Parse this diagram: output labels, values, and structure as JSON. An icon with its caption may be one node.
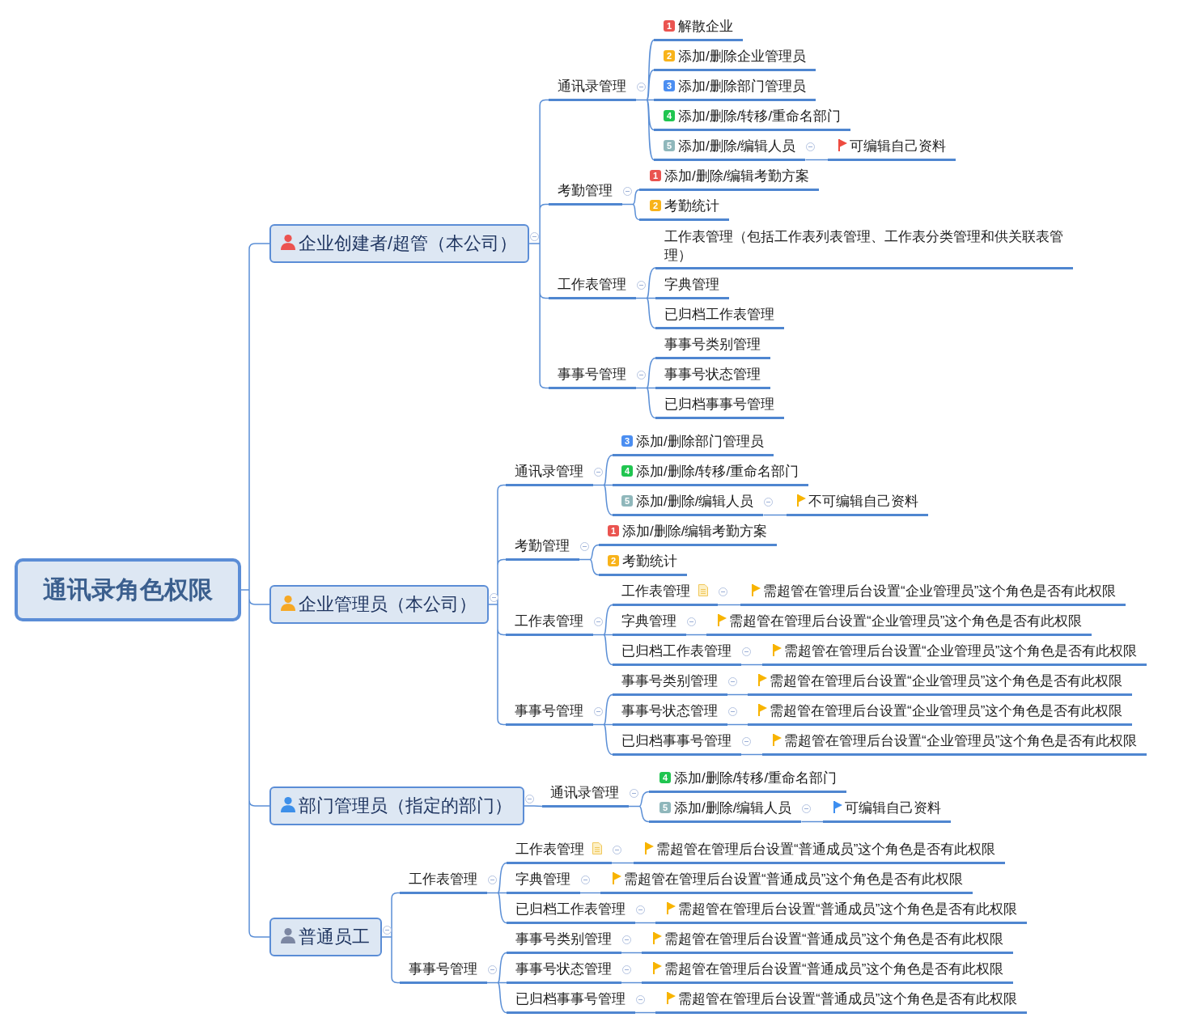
{
  "diagram": {
    "nodes": [
      {
        "text": [
          "通讯录角色权限"
        ]
      },
      {
        "text": [
          "企业创建者/超管（本公司）"
        ]
      },
      {
        "text": [
          "通讯录管理"
        ]
      },
      {
        "text": [
          "1",
          "解散企业"
        ]
      },
      {
        "text": [
          "2",
          "添加/删除企业管理员"
        ]
      },
      {
        "text": [
          "3",
          "添加/删除部门管理员"
        ]
      },
      {
        "text": [
          "4",
          "添加/删除/转移/重命名部门"
        ]
      },
      {
        "text": [
          "5",
          "添加/删除/编辑人员"
        ]
      },
      {
        "text": [
          "可编辑自己资料"
        ]
      },
      {
        "text": [
          "考勤管理"
        ]
      },
      {
        "text": [
          "1",
          "添加/删除/编辑考勤方案"
        ]
      },
      {
        "text": [
          "2",
          "考勤统计"
        ]
      },
      {
        "text": [
          "工作表管理"
        ]
      },
      {
        "text": [
          "工作表管理（包括工作表列表管理、工作表分类管理和供关联表管理）"
        ]
      },
      {
        "text": [
          "字典管理"
        ]
      },
      {
        "text": [
          "已归档工作表管理"
        ]
      },
      {
        "text": [
          "事事号管理"
        ]
      },
      {
        "text": [
          "事事号类别管理"
        ]
      },
      {
        "text": [
          "事事号状态管理"
        ]
      },
      {
        "text": [
          "已归档事事号管理"
        ]
      },
      {
        "text": [
          "企业管理员（本公司）"
        ]
      },
      {
        "text": [
          "通讯录管理"
        ]
      },
      {
        "text": [
          "3",
          "添加/删除部门管理员"
        ]
      },
      {
        "text": [
          "4",
          "添加/删除/转移/重命名部门"
        ]
      },
      {
        "text": [
          "5",
          "添加/删除/编辑人员"
        ]
      },
      {
        "text": [
          "不可编辑自己资料"
        ]
      },
      {
        "text": [
          "考勤管理"
        ]
      },
      {
        "text": [
          "1",
          "添加/删除/编辑考勤方案"
        ]
      },
      {
        "text": [
          "2",
          "考勤统计"
        ]
      },
      {
        "text": [
          "工作表管理"
        ]
      },
      {
        "text": [
          "工作表管理"
        ]
      },
      {
        "text": [
          "需超管在管理后台设置“企业管理员”这个角色是否有此权限"
        ]
      },
      {
        "text": [
          "字典管理"
        ]
      },
      {
        "text": [
          "需超管在管理后台设置“企业管理员”这个角色是否有此权限"
        ]
      },
      {
        "text": [
          "已归档工作表管理"
        ]
      },
      {
        "text": [
          "需超管在管理后台设置“企业管理员”这个角色是否有此权限"
        ]
      },
      {
        "text": [
          "事事号管理"
        ]
      },
      {
        "text": [
          "事事号类别管理"
        ]
      },
      {
        "text": [
          "需超管在管理后台设置“企业管理员”这个角色是否有此权限"
        ]
      },
      {
        "text": [
          "事事号状态管理"
        ]
      },
      {
        "text": [
          "需超管在管理后台设置“企业管理员”这个角色是否有此权限"
        ]
      },
      {
        "text": [
          "已归档事事号管理"
        ]
      },
      {
        "text": [
          "需超管在管理后台设置“企业管理员”这个角色是否有此权限"
        ]
      },
      {
        "text": [
          "部门管理员（指定的部门）"
        ]
      },
      {
        "text": [
          "通讯录管理"
        ]
      },
      {
        "text": [
          "4",
          "添加/删除/转移/重命名部门"
        ]
      },
      {
        "text": [
          "5",
          "添加/删除/编辑人员"
        ]
      },
      {
        "text": [
          "可编辑自己资料"
        ]
      },
      {
        "text": [
          "普通员工"
        ]
      },
      {
        "text": [
          "工作表管理"
        ]
      },
      {
        "text": [
          "工作表管理"
        ]
      },
      {
        "text": [
          "需超管在管理后台设置“普通成员”这个角色是否有此权限"
        ]
      },
      {
        "text": [
          "字典管理"
        ]
      },
      {
        "text": [
          "需超管在管理后台设置“普通成员”这个角色是否有此权限"
        ]
      },
      {
        "text": [
          "已归档工作表管理"
        ]
      },
      {
        "text": [
          "需超管在管理后台设置“普通成员”这个角色是否有此权限"
        ]
      },
      {
        "text": [
          "事事号管理"
        ]
      },
      {
        "text": [
          "事事号类别管理"
        ]
      },
      {
        "text": [
          "需超管在管理后台设置“普通成员”这个角色是否有此权限"
        ]
      },
      {
        "text": [
          "事事号状态管理"
        ]
      },
      {
        "text": [
          "需超管在管理后台设置“普通成员”这个角色是否有此权限"
        ]
      },
      {
        "text": [
          "已归档事事号管理"
        ]
      },
      {
        "text": [
          "需超管在管理后台设置“普通成员”这个角色是否有此权限"
        ]
      }
    ],
    "edges": [
      {
        "from": 0,
        "to": 1,
        "arrow": "none"
      },
      {
        "from": 0,
        "to": 20,
        "arrow": "none"
      },
      {
        "from": 0,
        "to": 43,
        "arrow": "none"
      },
      {
        "from": 0,
        "to": 48,
        "arrow": "none"
      },
      {
        "from": 1,
        "to": 2,
        "arrow": "none"
      },
      {
        "from": 1,
        "to": 9,
        "arrow": "none"
      },
      {
        "from": 1,
        "to": 12,
        "arrow": "none"
      },
      {
        "from": 1,
        "to": 16,
        "arrow": "none"
      },
      {
        "from": 2,
        "to": 3,
        "arrow": "none"
      },
      {
        "from": 2,
        "to": 4,
        "arrow": "none"
      },
      {
        "from": 2,
        "to": 5,
        "arrow": "none"
      },
      {
        "from": 2,
        "to": 6,
        "arrow": "none"
      },
      {
        "from": 2,
        "to": 7,
        "arrow": "none"
      },
      {
        "from": 7,
        "to": 8,
        "arrow": "none"
      },
      {
        "from": 9,
        "to": 10,
        "arrow": "none"
      },
      {
        "from": 9,
        "to": 11,
        "arrow": "none"
      },
      {
        "from": 12,
        "to": 13,
        "arrow": "none"
      },
      {
        "from": 12,
        "to": 14,
        "arrow": "none"
      },
      {
        "from": 12,
        "to": 15,
        "arrow": "none"
      },
      {
        "from": 16,
        "to": 17,
        "arrow": "none"
      },
      {
        "from": 16,
        "to": 18,
        "arrow": "none"
      },
      {
        "from": 16,
        "to": 19,
        "arrow": "none"
      },
      {
        "from": 20,
        "to": 21,
        "arrow": "none"
      },
      {
        "from": 20,
        "to": 26,
        "arrow": "none"
      },
      {
        "from": 20,
        "to": 29,
        "arrow": "none"
      },
      {
        "from": 20,
        "to": 36,
        "arrow": "none"
      },
      {
        "from": 21,
        "to": 22,
        "arrow": "none"
      },
      {
        "from": 21,
        "to": 23,
        "arrow": "none"
      },
      {
        "from": 21,
        "to": 24,
        "arrow": "none"
      },
      {
        "from": 24,
        "to": 25,
        "arrow": "none"
      },
      {
        "from": 26,
        "to": 27,
        "arrow": "none"
      },
      {
        "from": 26,
        "to": 28,
        "arrow": "none"
      },
      {
        "from": 29,
        "to": 30,
        "arrow": "none"
      },
      {
        "from": 29,
        "to": 32,
        "arrow": "none"
      },
      {
        "from": 29,
        "to": 34,
        "arrow": "none"
      },
      {
        "from": 30,
        "to": 31,
        "arrow": "none"
      },
      {
        "from": 32,
        "to": 33,
        "arrow": "none"
      },
      {
        "from": 34,
        "to": 35,
        "arrow": "none"
      },
      {
        "from": 36,
        "to": 37,
        "arrow": "none"
      },
      {
        "from": 36,
        "to": 39,
        "arrow": "none"
      },
      {
        "from": 36,
        "to": 41,
        "arrow": "none"
      },
      {
        "from": 37,
        "to": 38,
        "arrow": "none"
      },
      {
        "from": 39,
        "to": 40,
        "arrow": "none"
      },
      {
        "from": 41,
        "to": 42,
        "arrow": "none"
      },
      {
        "from": 43,
        "to": 44,
        "arrow": "none"
      },
      {
        "from": 44,
        "to": 45,
        "arrow": "none"
      },
      {
        "from": 44,
        "to": 46,
        "arrow": "none"
      },
      {
        "from": 46,
        "to": 47,
        "arrow": "none"
      },
      {
        "from": 48,
        "to": 49,
        "arrow": "none"
      },
      {
        "from": 48,
        "to": 56,
        "arrow": "none"
      },
      {
        "from": 49,
        "to": 50,
        "arrow": "none"
      },
      {
        "from": 49,
        "to": 52,
        "arrow": "none"
      },
      {
        "from": 49,
        "to": 54,
        "arrow": "none"
      },
      {
        "from": 50,
        "to": 51,
        "arrow": "none"
      },
      {
        "from": 52,
        "to": 53,
        "arrow": "none"
      },
      {
        "from": 54,
        "to": 55,
        "arrow": "none"
      },
      {
        "from": 56,
        "to": 57,
        "arrow": "none"
      },
      {
        "from": 56,
        "to": 59,
        "arrow": "none"
      },
      {
        "from": 56,
        "to": 61,
        "arrow": "none"
      },
      {
        "from": 57,
        "to": 58,
        "arrow": "none"
      },
      {
        "from": 59,
        "to": 60,
        "arrow": "none"
      },
      {
        "from": 61,
        "to": 62,
        "arrow": "none"
      }
    ]
  }
}
